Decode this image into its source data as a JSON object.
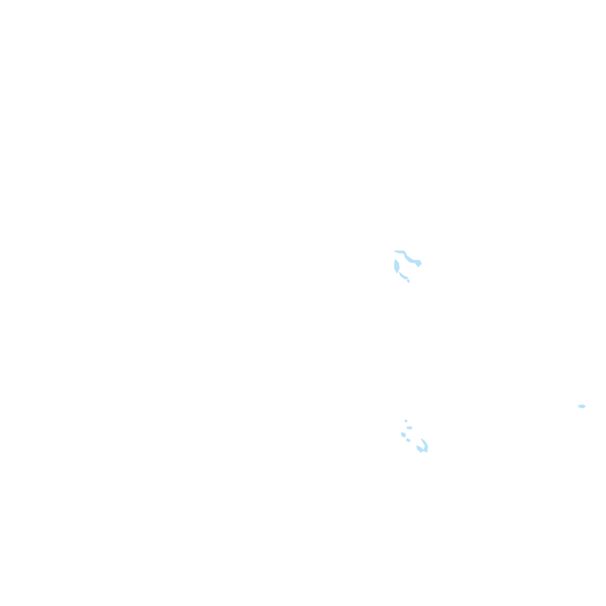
{
  "map": {
    "background_color": "#ffffff",
    "water_color": "#aad3df",
    "water_highlight_color": "#b8e2f8",
    "features": [
      "water-body-north",
      "water-body-south",
      "water-body-east"
    ]
  }
}
